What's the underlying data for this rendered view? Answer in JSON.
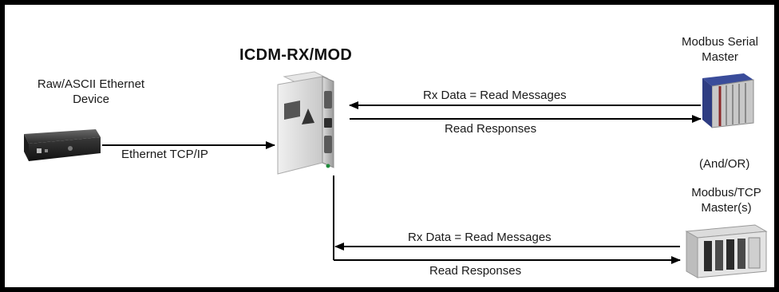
{
  "diagram": {
    "title": "ICDM-RX/MOD",
    "left_device": {
      "label_line1": "Raw/ASCII Ethernet",
      "label_line2": "Device",
      "link_label": "Ethernet TCP/IP"
    },
    "serial_master": {
      "label_line1": "Modbus Serial",
      "label_line2": "Master",
      "request_label": "Rx Data = Read Messages",
      "response_label": "Read Responses"
    },
    "and_or_label": "(And/OR)",
    "tcp_master": {
      "label_line1": "Modbus/TCP",
      "label_line2": "Master(s)",
      "request_label": "Rx Data = Read Messages",
      "response_label": "Read Responses"
    }
  }
}
